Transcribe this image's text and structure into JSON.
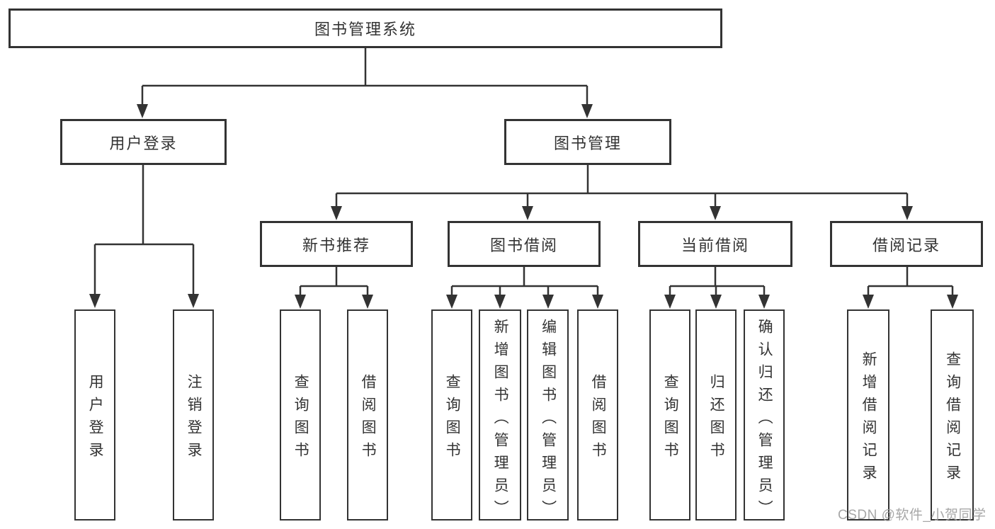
{
  "tree": {
    "root": {
      "label": "图书管理系统",
      "children": [
        {
          "label": "用户登录",
          "children": [
            {
              "label": "用户登录"
            },
            {
              "label": "注销登录"
            }
          ]
        },
        {
          "label": "图书管理",
          "children": [
            {
              "label": "新书推荐",
              "children": [
                {
                  "label": "查询图书"
                },
                {
                  "label": "借阅图书"
                }
              ]
            },
            {
              "label": "图书借阅",
              "children": [
                {
                  "label": "查询图书"
                },
                {
                  "label": "新增图书（管理员）"
                },
                {
                  "label": "编辑图书（管理员）"
                },
                {
                  "label": "借阅图书"
                }
              ]
            },
            {
              "label": "当前借阅",
              "children": [
                {
                  "label": "查询图书"
                },
                {
                  "label": "归还图书"
                },
                {
                  "label": "确认归还（管理员）"
                }
              ]
            },
            {
              "label": "借阅记录",
              "children": [
                {
                  "label": "新增借阅记录"
                },
                {
                  "label": "查询借阅记录"
                }
              ]
            }
          ]
        }
      ]
    }
  },
  "watermark": {
    "text": "CSDN @软件_小贺同学",
    "color": "#9e9e9e"
  },
  "style": {
    "line_color": "#333333",
    "text_color": "#333333",
    "background": "#ffffff"
  }
}
